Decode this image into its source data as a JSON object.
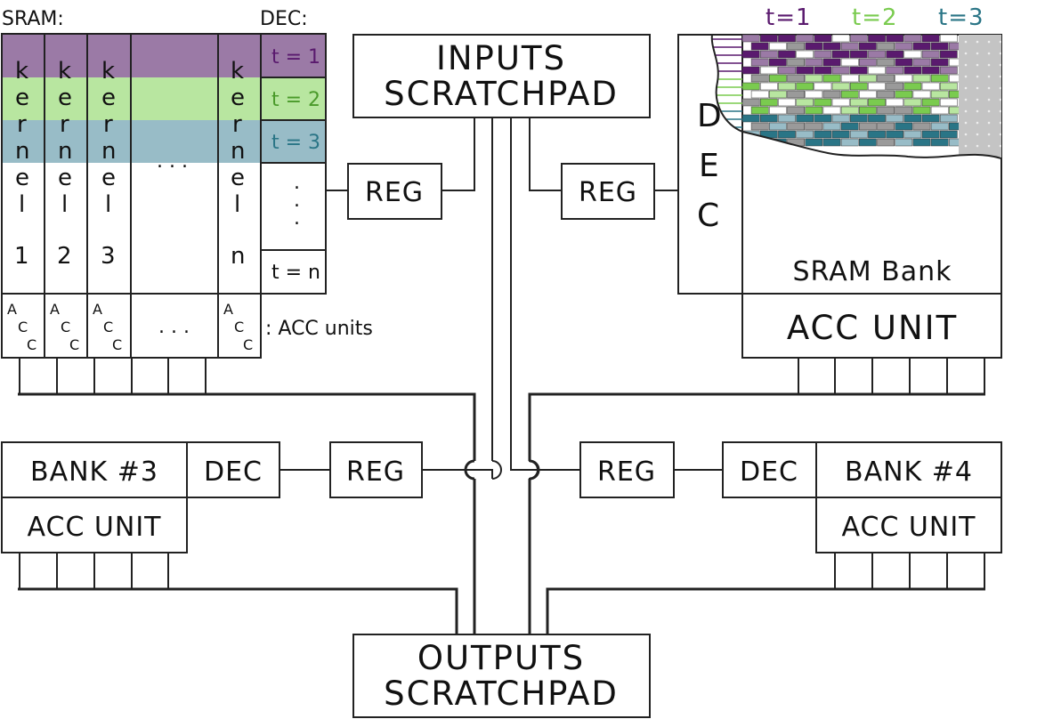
{
  "labels": {
    "sram": "SRAM:",
    "dec": "DEC:",
    "kernel_letters": "kernel",
    "kernel_numbers": [
      "1",
      "2",
      "3",
      "n"
    ],
    "ellipsis": ". . .",
    "vellipsis": ". . .",
    "t1": "t = 1",
    "t2": "t = 2",
    "t3": "t = 3",
    "tn": "t = n",
    "acc_letters": [
      "A",
      "C",
      "C"
    ],
    "acc_units": ": ACC units",
    "inputs_line1": "INPUTS",
    "inputs_line2": "SCRATCHPAD",
    "outputs_line1": "OUTPUTS",
    "outputs_line2": "SCRATCHPAD",
    "reg": "REG",
    "dec_short": "DEC",
    "dec_vertical": [
      "D",
      "E",
      "C"
    ],
    "sram_bank": "SRAM Bank",
    "acc_unit": "ACC UNIT",
    "bank3": "BANK #3",
    "bank4": "BANK #4",
    "legend_t1": "t=1",
    "legend_t2": "t=2",
    "legend_t3": "t=3"
  },
  "colors": {
    "t1": "#5a1a6e",
    "t1_light": "#9b7aa6",
    "t2": "#7acb4f",
    "t2_light": "#b8e6a0",
    "t3": "#2a7586",
    "t3_light": "#98bcc7",
    "gray": "#9a9a9a",
    "line": "#222222"
  }
}
